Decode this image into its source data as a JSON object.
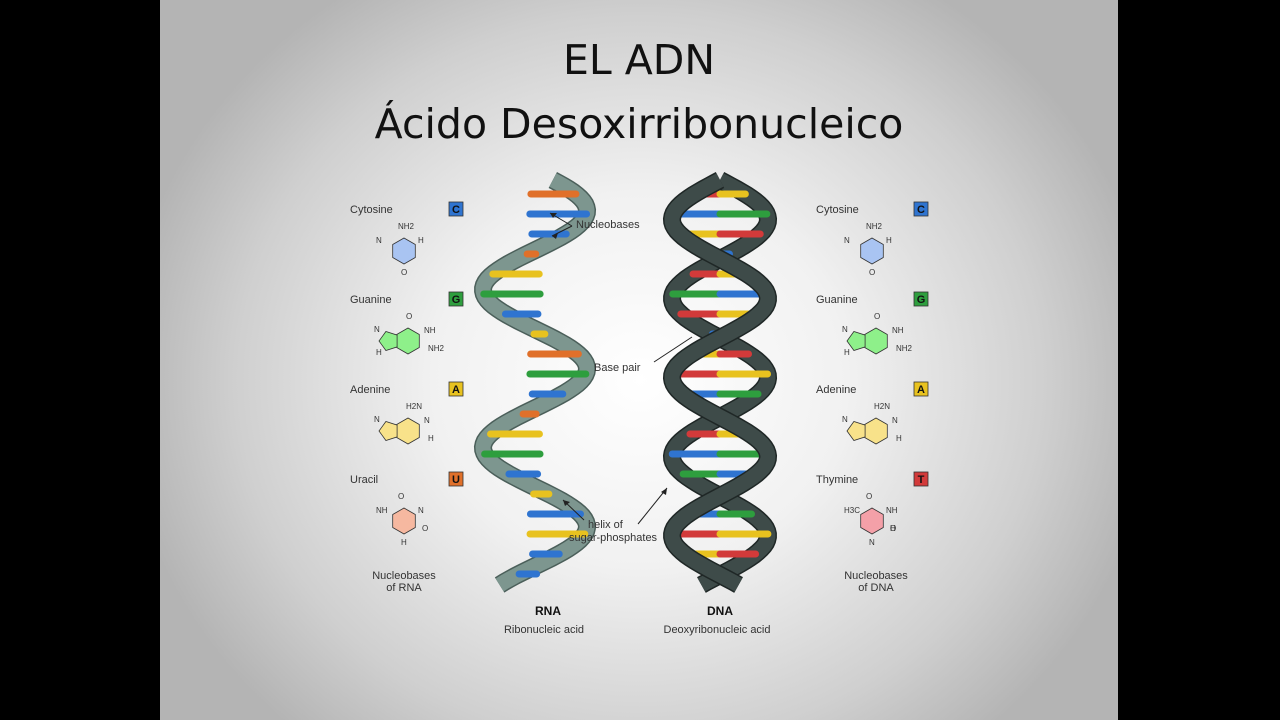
{
  "slide": {
    "title_line1": "EL ADN",
    "title_line2": "Ácido Desoxirribonucleico"
  },
  "diagram": {
    "rna_bases": [
      {
        "name": "Cytosine",
        "letter": "C",
        "color": "#2f74d0",
        "ring": "#a9c4f2",
        "substituents": [
          "NH2",
          "N",
          "H",
          "O"
        ]
      },
      {
        "name": "Guanine",
        "letter": "G",
        "color": "#2e9e3e",
        "ring": "#8ef08a",
        "substituents": [
          "O",
          "NH",
          "N",
          "NH2",
          "H"
        ]
      },
      {
        "name": "Adenine",
        "letter": "A",
        "color": "#e8c21f",
        "ring": "#f8e28a",
        "substituents": [
          "H2N",
          "N",
          "N",
          "H"
        ]
      },
      {
        "name": "Uracil",
        "letter": "U",
        "color": "#e0702a",
        "ring": "#f6b8a0",
        "substituents": [
          "O",
          "NH",
          "N",
          "H",
          "O"
        ]
      }
    ],
    "dna_bases": [
      {
        "name": "Cytosine",
        "letter": "C",
        "color": "#2f74d0",
        "ring": "#a9c4f2",
        "substituents": [
          "NH2",
          "N",
          "H",
          "O"
        ]
      },
      {
        "name": "Guanine",
        "letter": "G",
        "color": "#2e9e3e",
        "ring": "#8ef08a",
        "substituents": [
          "O",
          "NH",
          "N",
          "NH2",
          "H"
        ]
      },
      {
        "name": "Adenine",
        "letter": "A",
        "color": "#e8c21f",
        "ring": "#f8e28a",
        "substituents": [
          "H2N",
          "N",
          "N",
          "H"
        ]
      },
      {
        "name": "Thymine",
        "letter": "T",
        "color": "#d23a3a",
        "ring": "#f4a0a8",
        "substituents": [
          "O",
          "H3C",
          "NH",
          "N",
          "H",
          "O"
        ]
      }
    ],
    "callouts": {
      "nucleobases": "Nucleobases",
      "base_pair": "Base pair",
      "helix_line1": "helix of",
      "helix_line2": "sugar-phosphates"
    },
    "captions": {
      "rna_bases_line1": "Nucleobases",
      "rna_bases_line2": "of RNA",
      "dna_bases_line1": "Nucleobases",
      "dna_bases_line2": "of DNA",
      "rna_title": "RNA",
      "rna_subtitle": "Ribonucleic acid",
      "dna_title": "DNA",
      "dna_subtitle": "Deoxyribonucleic acid"
    },
    "colors": {
      "rna_backbone": "#7d968f",
      "rna_backbone_edge": "#4b5f5a",
      "dna_backbone": "#3e4b49",
      "dna_backbone_edge": "#1f2726",
      "cytosine": "#2f74d0",
      "guanine": "#2e9e3e",
      "adenine": "#e8c21f",
      "uracil": "#e0702a",
      "thymine": "#d23a3a"
    }
  }
}
